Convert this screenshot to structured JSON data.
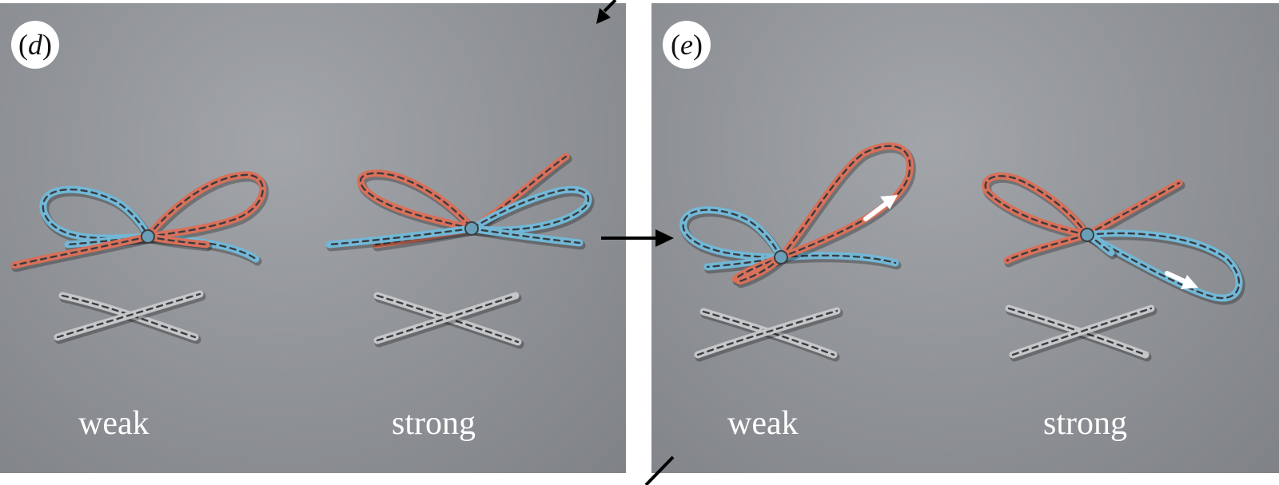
{
  "panels": [
    {
      "id": "d",
      "open": "(",
      "letter": "d",
      "close": ")",
      "labels": [
        "weak",
        "strong"
      ]
    },
    {
      "id": "e",
      "open": "(",
      "letter": "e",
      "close": ")",
      "labels": [
        "weak",
        "strong"
      ]
    }
  ],
  "colors": {
    "lace_red": "#d8705a",
    "lace_blue": "#72b8d6",
    "lace_grey": "#c4c6c8",
    "dash": "#3a3c40",
    "arrow_black": "#000000",
    "arrow_white": "#ffffff"
  }
}
